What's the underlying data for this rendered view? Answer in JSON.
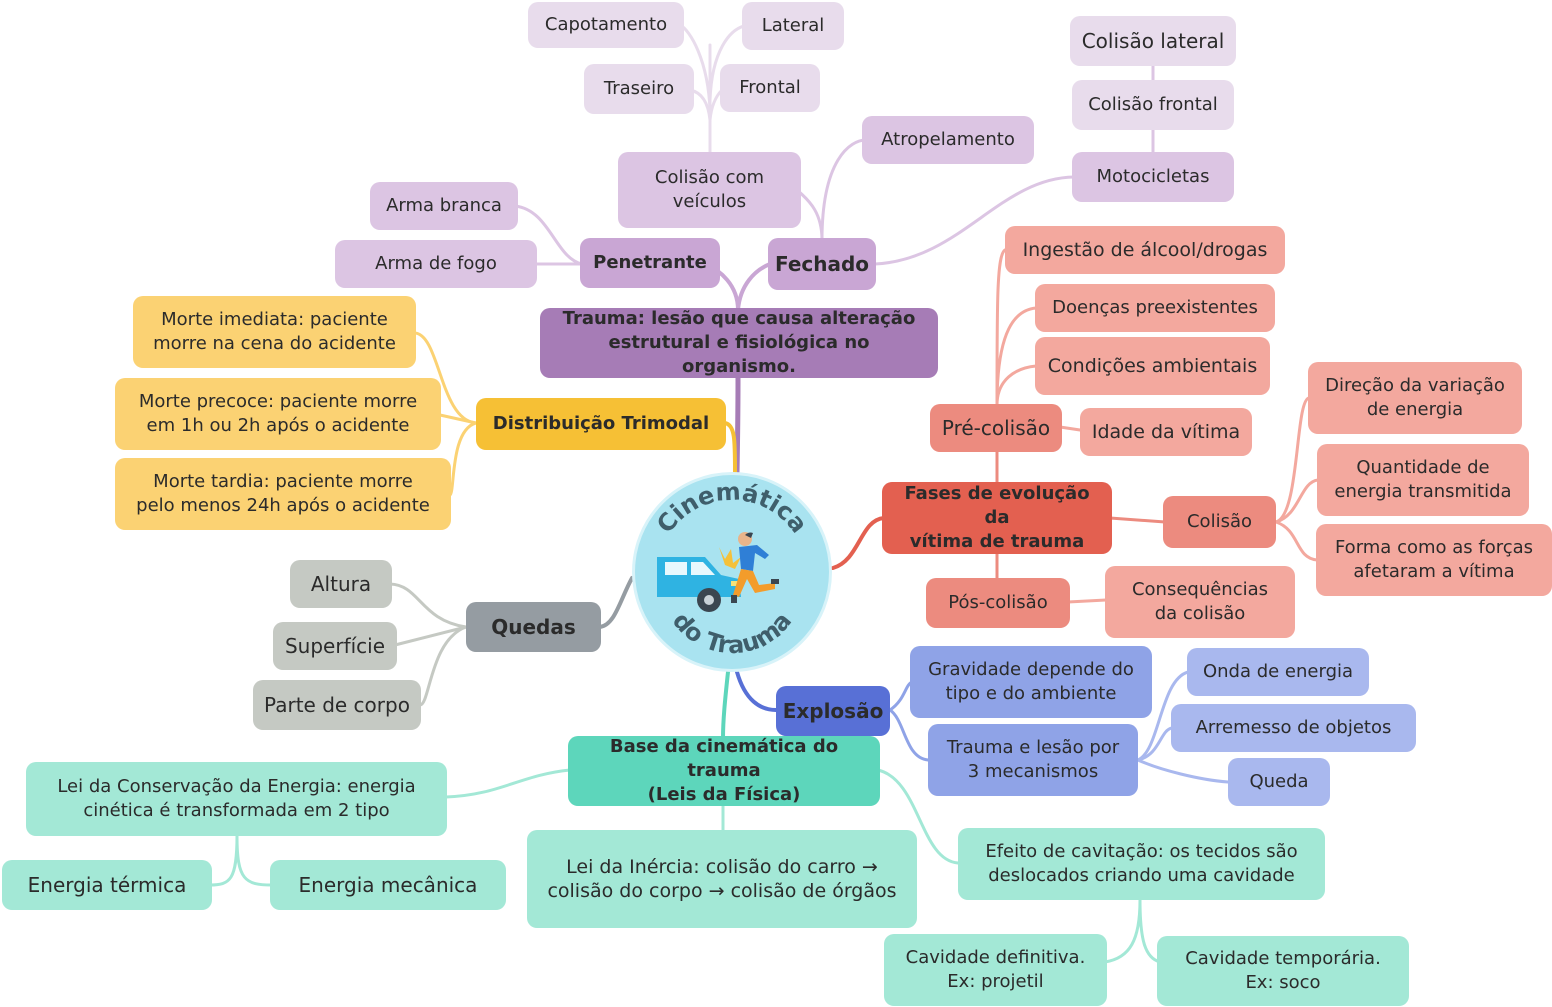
{
  "colors": {
    "purple_main": "#a67cb6",
    "purple_mid": "#c9a6d4",
    "purple_light": "#dcc5e3",
    "yellow_main": "#f6c035",
    "yellow_light": "#fbd273",
    "gray_main": "#959ca2",
    "gray_light": "#c5c9c3",
    "red_main": "#e36050",
    "red_mid": "#ec8b7f",
    "red_light": "#f3a89e",
    "blue_main": "#5870d6",
    "blue_mid": "#8fa3e7",
    "blue_light": "#a9b8ee",
    "teal_main": "#5dd6bb",
    "teal_light": "#a3e8d6",
    "center": "#a9e3f0"
  },
  "center": {
    "line1": "Cinemática",
    "line2": "do Trauma",
    "icon": "car-crash-pedestrian-icon"
  },
  "nodes": {
    "trauma": "Trauma: lesão que causa alteração\nestrutural e fisiológica no organismo.",
    "penetrante": "Penetrante",
    "fechado": "Fechado",
    "arma_branca": "Arma branca",
    "arma_fogo": "Arma de fogo",
    "colisao_veiculos": "Colisão com\nveículos",
    "capotamento": "Capotamento",
    "lateral": "Lateral",
    "traseiro": "Traseiro",
    "frontal": "Frontal",
    "atropelamento": "Atropelamento",
    "motocicletas": "Motocicletas",
    "colisao_lateral": "Colisão lateral",
    "colisao_frontal": "Colisão frontal",
    "trimodal": "Distribuição Trimodal",
    "morte_imediata": "Morte imediata: paciente\nmorre na cena do acidente",
    "morte_precoce": "Morte precoce: paciente morre\nem 1h ou 2h após o acidente",
    "morte_tardia": "Morte tardia: paciente morre\npelo menos 24h após o acidente",
    "quedas": "Quedas",
    "altura": "Altura",
    "superficie": "Superfície",
    "parte_corpo": "Parte de corpo",
    "fases": "Fases de evolução da\nvítima de trauma",
    "pre_colisao": "Pré-colisão",
    "ingestao": "Ingestão de álcool/drogas",
    "doencas": "Doenças preexistentes",
    "condicoes": "Condições ambientais",
    "idade": "Idade da vítima",
    "colisao": "Colisão",
    "direcao": "Direção da variação\nde energia",
    "quantidade": "Quantidade de\nenergia transmitida",
    "forma": "Forma como as forças\nafetaram a vítima",
    "pos_colisao": "Pós-colisão",
    "consequencias": "Consequências\nda colisão",
    "explosao": "Explosão",
    "gravidade": "Gravidade depende do\ntipo e do ambiente",
    "mecanismos": "Trauma e lesão por\n3 mecanismos",
    "onda": "Onda de energia",
    "arremesso": "Arremesso de objetos",
    "queda": "Queda",
    "base": "Base da cinemática do trauma\n(Leis da Física)",
    "conservacao": "Lei da Conservação da Energia: energia\ncinética é transformada em 2 tipo",
    "termica": "Energia térmica",
    "mecanica": "Energia mecânica",
    "inercia": "Lei da Inércia: colisão do carro →\ncolisão do corpo → colisão de órgãos",
    "cavitacao": "Efeito de cavitação: os tecidos são\ndeslocados criando uma cavidade",
    "definitiva": "Cavidade definitiva.\nEx: projetil",
    "temporaria": "Cavidade temporária.\nEx: soco"
  }
}
